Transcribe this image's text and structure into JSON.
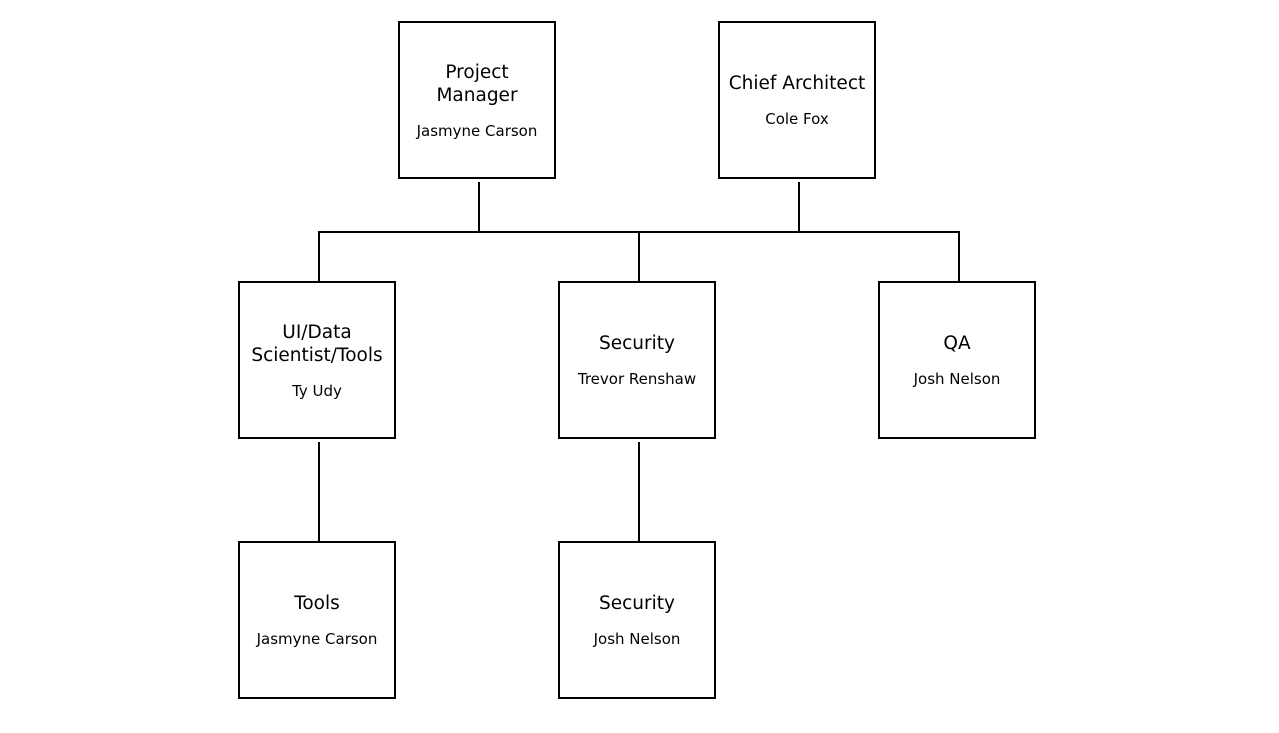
{
  "org_chart": {
    "nodes": [
      {
        "id": "project-manager",
        "title": "Project Manager",
        "name": "Jasmyne Carson"
      },
      {
        "id": "chief-architect",
        "title": "Chief Architect",
        "name": "Cole Fox"
      },
      {
        "id": "ui-data-scientist-tools",
        "title": "UI/Data Scientist/Tools",
        "name": "Ty Udy"
      },
      {
        "id": "security-lead",
        "title": "Security",
        "name": "Trevor Renshaw"
      },
      {
        "id": "qa",
        "title": "QA",
        "name": "Josh Nelson"
      },
      {
        "id": "tools",
        "title": "Tools",
        "name": "Jasmyne Carson"
      },
      {
        "id": "security",
        "title": "Security",
        "name": "Josh Nelson"
      }
    ]
  }
}
